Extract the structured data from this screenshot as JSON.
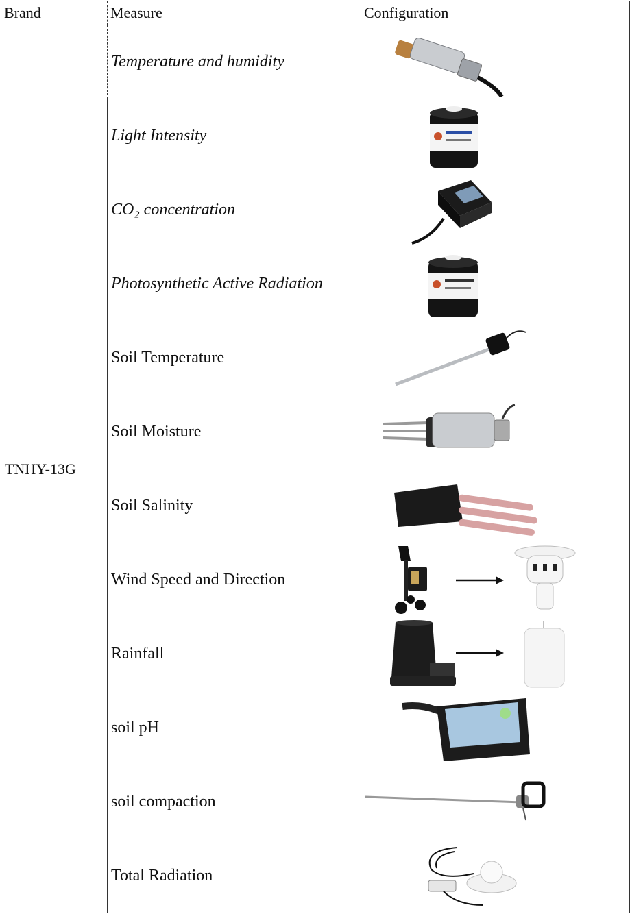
{
  "headers": {
    "brand": "Brand",
    "measure": "Measure",
    "configuration": "Configuration"
  },
  "brand": "TNHY-13G",
  "rows": [
    {
      "measure": "Temperature and humidity",
      "icon": "temperature-humidity-sensor-icon"
    },
    {
      "measure": "Light Intensity",
      "icon": "light-intensity-sensor-icon"
    },
    {
      "measure": "CO₂ concentration",
      "icon": "co2-sensor-icon"
    },
    {
      "measure": "Photosynthetic Active Radiation",
      "icon": "par-sensor-icon"
    },
    {
      "measure": "Soil Temperature",
      "icon": "soil-temperature-probe-icon"
    },
    {
      "measure": "Soil Moisture",
      "icon": "soil-moisture-probe-icon"
    },
    {
      "measure": "Soil Salinity",
      "icon": "soil-salinity-probe-icon"
    },
    {
      "measure": "Wind Speed and Direction",
      "icon": "wind-sensor-icon"
    },
    {
      "measure": "Rainfall",
      "icon": "rain-gauge-icon"
    },
    {
      "measure": "soil pH",
      "icon": "soil-ph-sensor-icon"
    },
    {
      "measure": "soil compaction",
      "icon": "soil-compaction-meter-icon"
    },
    {
      "measure": "Total Radiation",
      "icon": "total-radiation-sensor-icon"
    }
  ]
}
